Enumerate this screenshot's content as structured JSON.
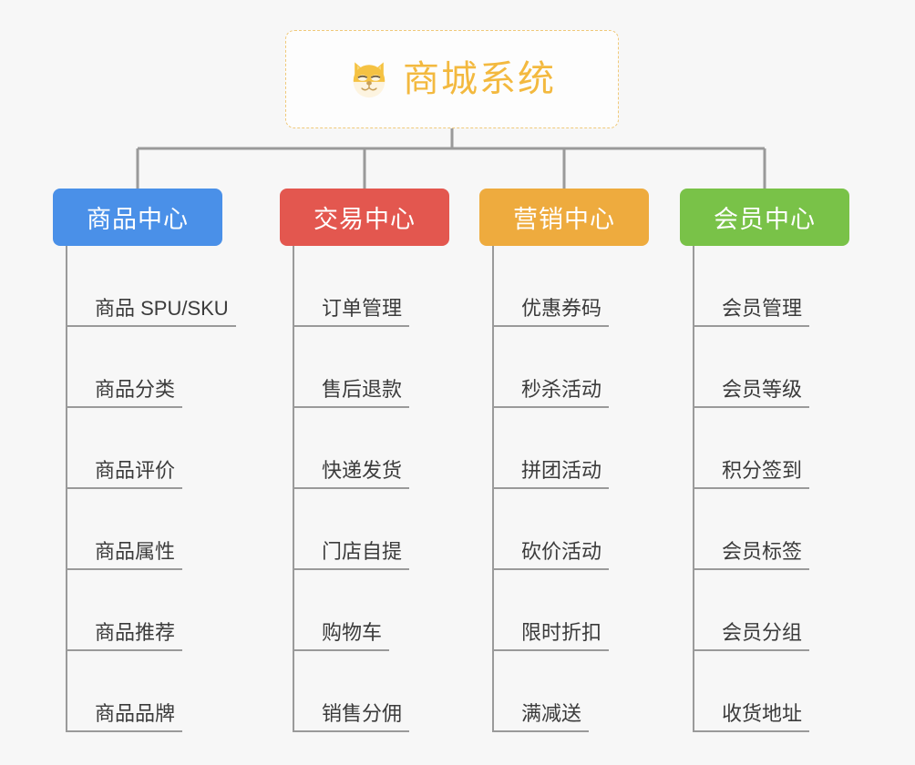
{
  "background_color": "#f7f7f7",
  "root": {
    "icon": "shiba-dog-face-emoji",
    "title": "商城系统",
    "accent_color": "#f3b93f",
    "border_color": "#f0c97a"
  },
  "connector_color": "#9a9a9a",
  "branches": [
    {
      "title": "商品中心",
      "color": "#4a90e8",
      "items": [
        "商品 SPU/SKU",
        "商品分类",
        "商品评价",
        "商品属性",
        "商品推荐",
        "商品品牌"
      ]
    },
    {
      "title": "交易中心",
      "color": "#e3574f",
      "items": [
        "订单管理",
        "售后退款",
        "快递发货",
        "门店自提",
        "购物车",
        "销售分佣"
      ]
    },
    {
      "title": "营销中心",
      "color": "#eeab3e",
      "items": [
        "优惠券码",
        "秒杀活动",
        "拼团活动",
        "砍价活动",
        "限时折扣",
        "满减送"
      ]
    },
    {
      "title": "会员中心",
      "color": "#79c248",
      "items": [
        "会员管理",
        "会员等级",
        "积分签到",
        "会员标签",
        "会员分组",
        "收货地址"
      ]
    }
  ]
}
